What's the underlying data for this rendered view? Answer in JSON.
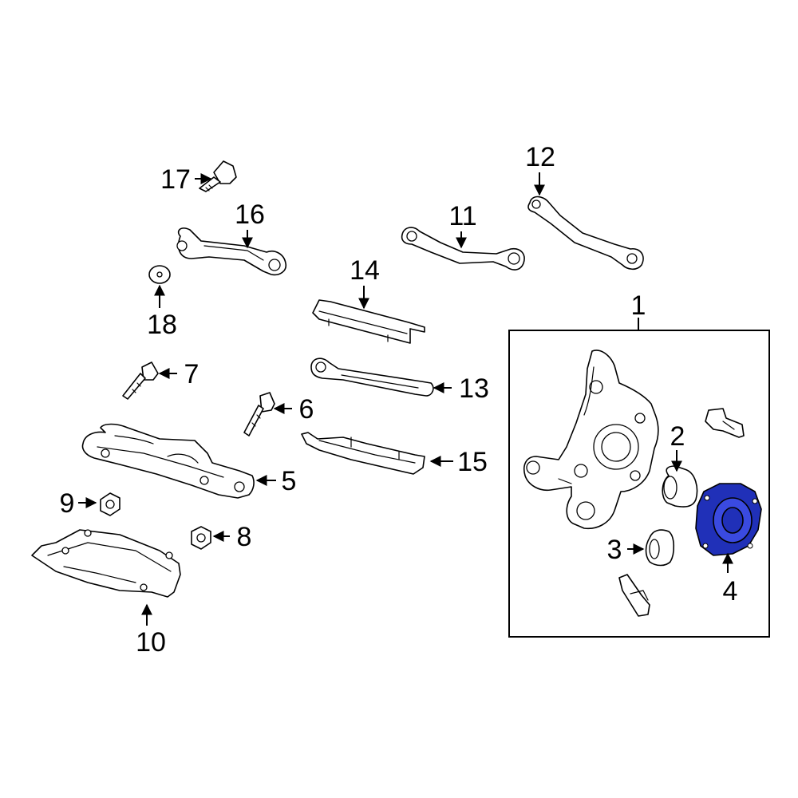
{
  "colors": {
    "line": "#000000",
    "background": "#ffffff",
    "highlight": "#2030b8"
  },
  "callouts": {
    "c1": "1",
    "c2": "2",
    "c3": "3",
    "c4": "4",
    "c5": "5",
    "c6": "6",
    "c7": "7",
    "c8": "8",
    "c9": "9",
    "c10": "10",
    "c11": "11",
    "c12": "12",
    "c13": "13",
    "c14": "14",
    "c15": "15",
    "c16": "16",
    "c17": "17",
    "c18": "18"
  },
  "highlighted_part": "4"
}
